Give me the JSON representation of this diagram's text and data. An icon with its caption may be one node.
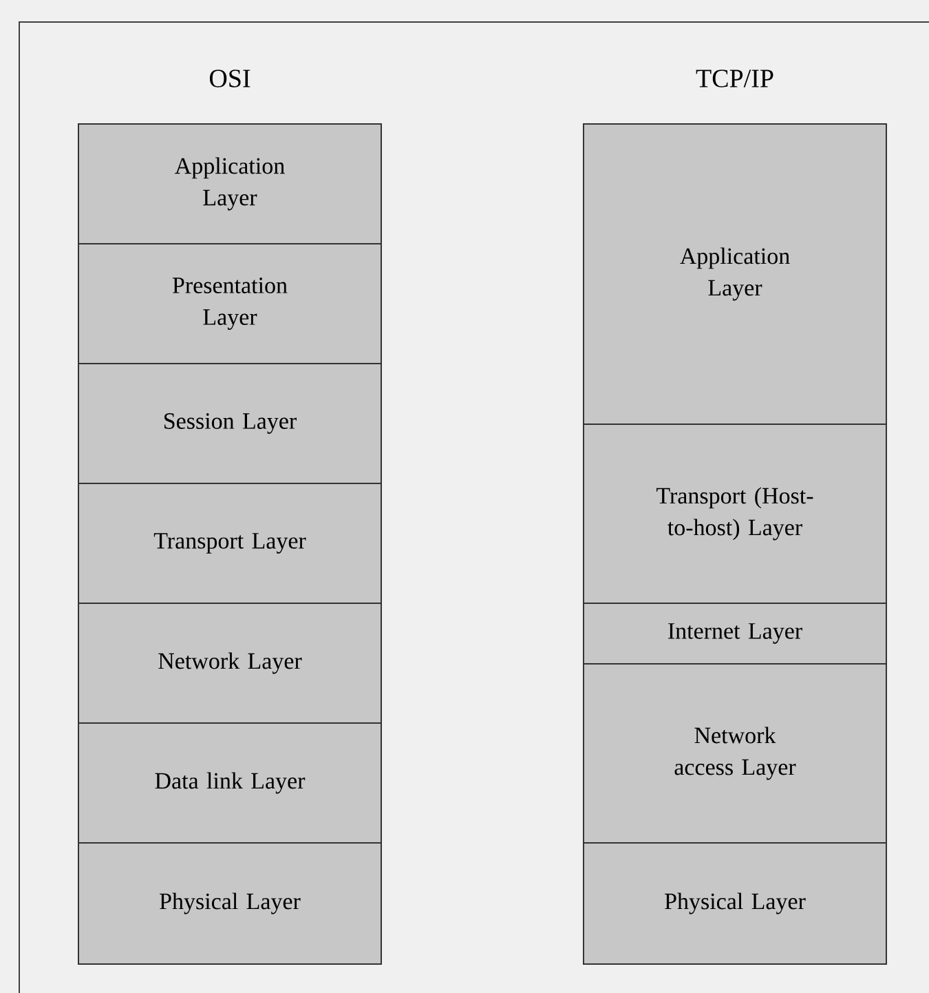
{
  "diagram": {
    "nodes": [
      {
        "text": [
          "Application Layer"
        ]
      },
      {
        "text": [
          "Presentation Layer"
        ]
      },
      {
        "text": [
          "Session Layer"
        ]
      },
      {
        "text": [
          "Transport Layer"
        ]
      },
      {
        "text": [
          "Network Layer"
        ]
      },
      {
        "text": [
          "Data link Layer"
        ]
      },
      {
        "text": [
          "Physical Layer"
        ]
      },
      {
        "text": [
          "Application Layer"
        ]
      },
      {
        "text": [
          "Transport (Host-to-host) Layer"
        ]
      },
      {
        "text": [
          "Internet Layer"
        ]
      },
      {
        "text": [
          "Network access Layer"
        ]
      },
      {
        "text": [
          "Physical Layer"
        ]
      }
    ],
    "labels": [
      "OSI",
      "TCP/IP"
    ]
  }
}
